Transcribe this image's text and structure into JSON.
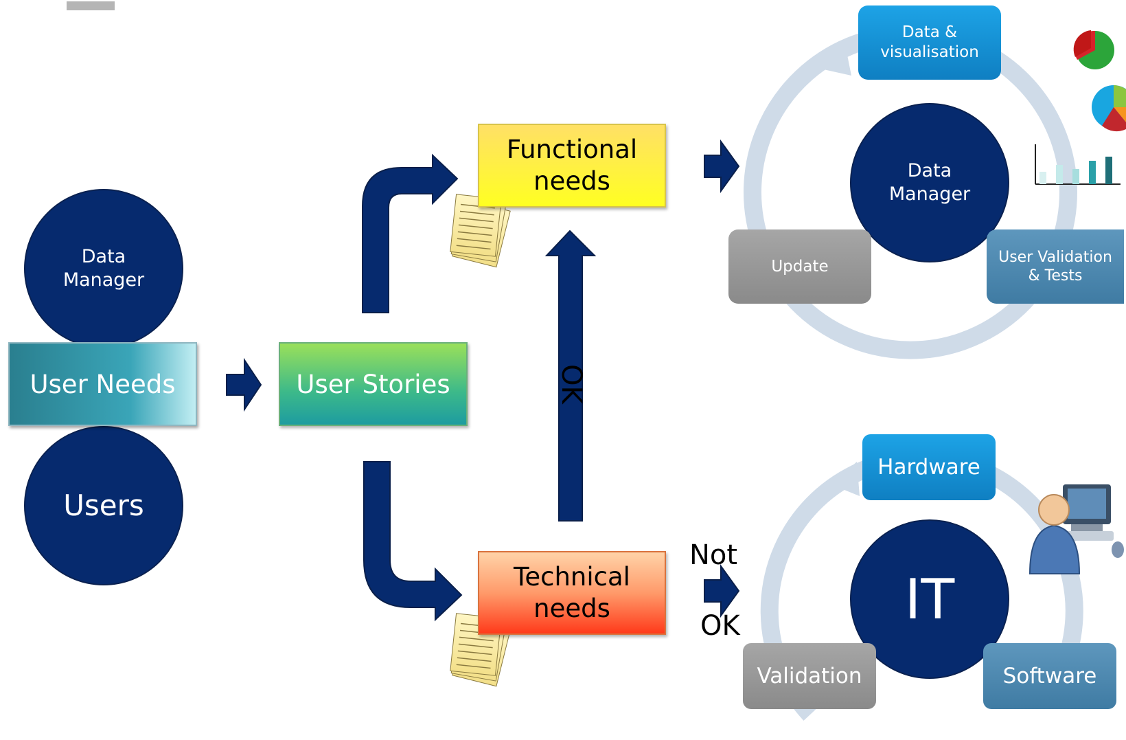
{
  "left_cluster": {
    "data_manager": "Data\nManager",
    "user_needs": "User Needs",
    "users": "Users"
  },
  "user_stories": "User Stories",
  "functional_needs": "Functional\nneeds",
  "technical_needs": "Technical\nneeds",
  "ok_label": "OK",
  "not_label": "Not",
  "not_ok_label": "OK",
  "data_cycle": {
    "center": "Data\nManager",
    "top": "Data &\nvisualisation",
    "left": "Update",
    "right": "User Validation\n& Tests"
  },
  "it_cycle": {
    "center": "IT",
    "top": "Hardware",
    "left": "Validation",
    "right": "Software"
  },
  "icons": [
    "document-stack-icon",
    "pie-chart-icon",
    "bar-chart-icon",
    "user-computer-icon",
    "right-arrow-icon"
  ],
  "colors": {
    "navy": "#062a6e",
    "yellow": "#ffee33",
    "orange": "#ff5a2a",
    "teal": "#2aa6a6",
    "green": "#8fd64e",
    "blue_box": "#1a8fd0",
    "grey_box": "#9a9a9a",
    "steel_box": "#4f88ad",
    "ring": "#cfdbe8"
  }
}
